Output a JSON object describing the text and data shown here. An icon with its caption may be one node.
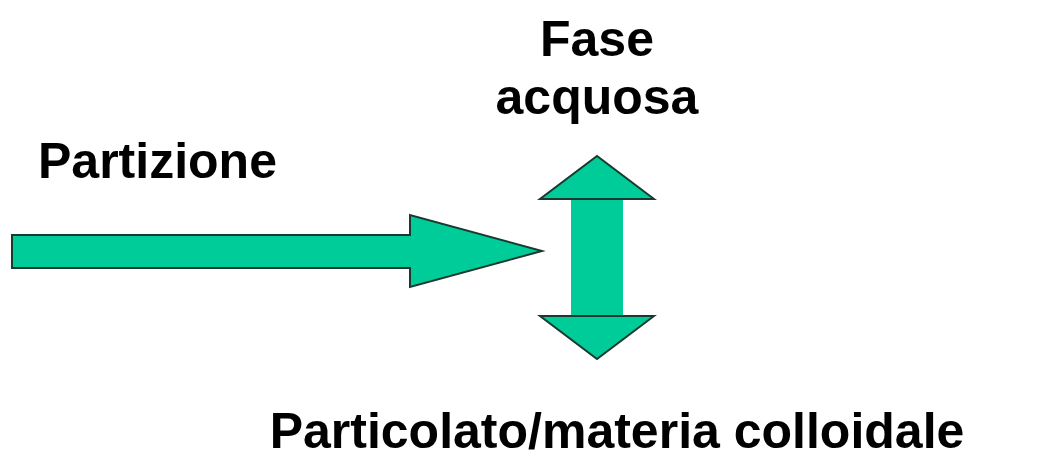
{
  "diagram": {
    "nodes": [
      {
        "text": [
          "Fase acquosa"
        ]
      },
      {
        "text": [
          "Particolato/materia colloidale"
        ]
      }
    ],
    "edges": [
      {
        "from": 0,
        "to": 1,
        "arrow": "both",
        "color": "#00cc99"
      }
    ],
    "labels": [
      "Partizione"
    ]
  }
}
